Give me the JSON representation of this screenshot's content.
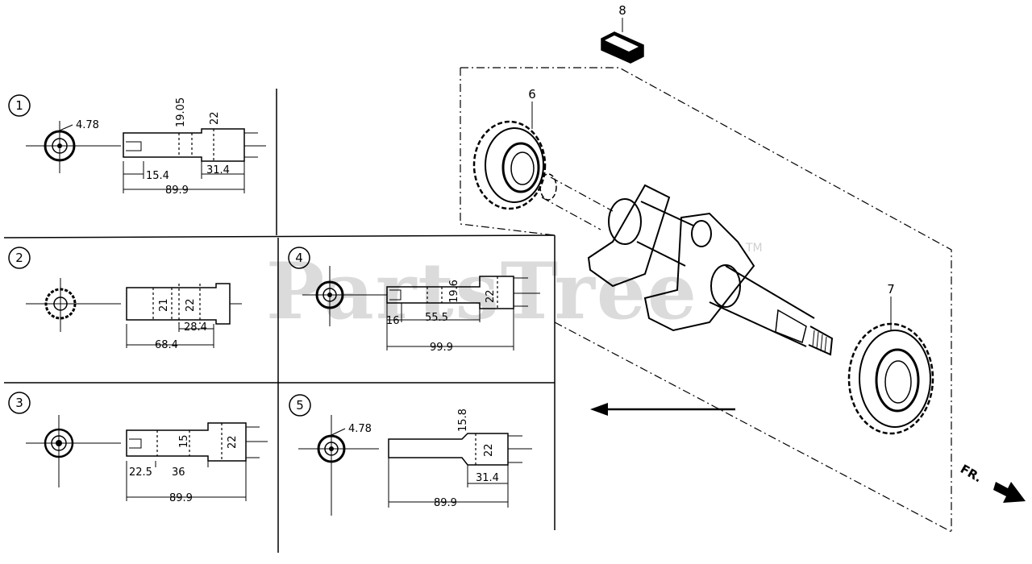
{
  "watermark": {
    "text": "PartsTree",
    "trademark": "TM"
  },
  "callouts": {
    "key": "8",
    "gear_small": "6",
    "gear_large": "7",
    "front": "FR."
  },
  "variants": [
    {
      "id": "1",
      "dims": [
        "4.78",
        "19.05",
        "22",
        "15.4",
        "31.4",
        "89.9"
      ]
    },
    {
      "id": "2",
      "dims": [
        "21",
        "22",
        "28.4",
        "68.4"
      ]
    },
    {
      "id": "3",
      "dims": [
        "15",
        "22",
        "22.5",
        "36",
        "89.9"
      ]
    },
    {
      "id": "4",
      "dims": [
        "19.6",
        "22",
        "16",
        "55.5",
        "99.9"
      ]
    },
    {
      "id": "5",
      "dims": [
        "4.78",
        "15.8",
        "22",
        "31.4",
        "89.9"
      ]
    }
  ]
}
